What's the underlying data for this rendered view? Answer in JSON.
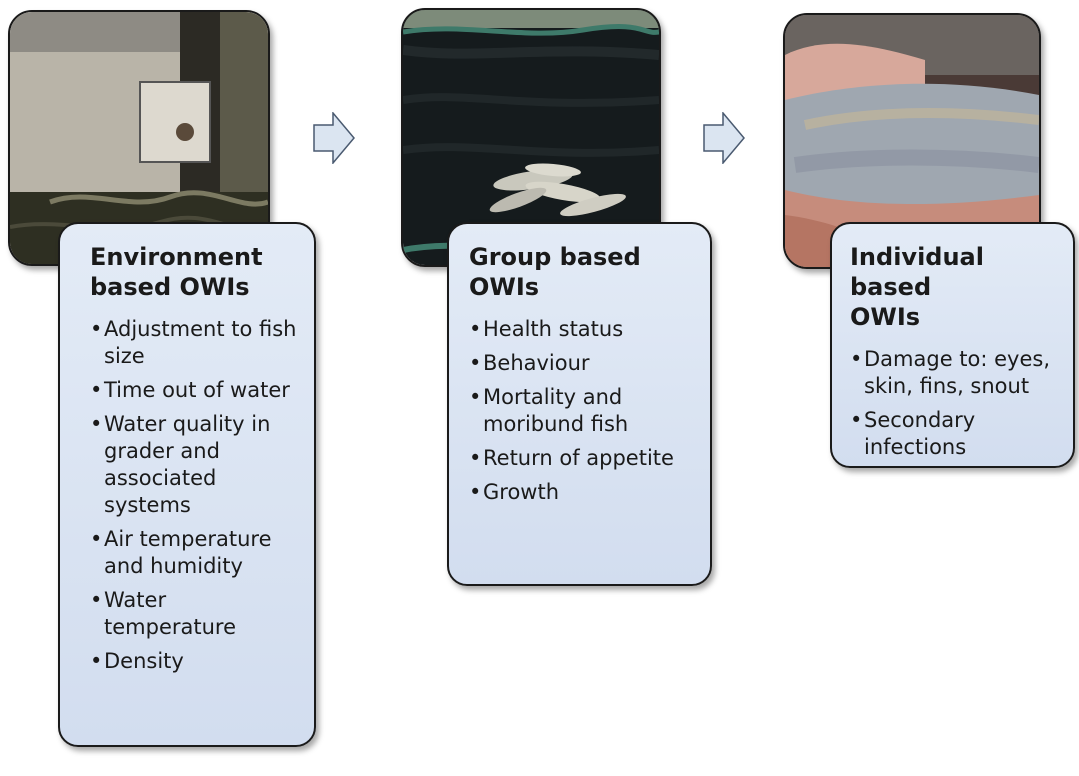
{
  "panels": [
    {
      "title_line1": "Environment",
      "title_line2": "based OWIs",
      "photo": "grader-machine-photo",
      "items": [
        "Adjustment to fish size",
        "Time out of water",
        "Water quality in grader and associated systems",
        "Air temperature and humidity",
        "Water temperature",
        "Density"
      ]
    },
    {
      "title_line1": "Group based",
      "title_line2": "OWIs",
      "photo": "fish-in-net-pen-photo",
      "items": [
        "Health status",
        "Behaviour",
        "Mortality and moribund fish",
        "Return of appetite",
        "Growth"
      ]
    },
    {
      "title_line1": "Individual based",
      "title_line2": "OWIs",
      "photo": "fish-in-hand-photo",
      "items": [
        "Damage to: eyes, skin, fins, snout",
        "Secondary infections"
      ]
    }
  ],
  "bullet_char": "•",
  "colors": {
    "card_fill": "#dbe5f1",
    "border": "#1a1a1a",
    "arrow_fill": "#dbe5f1"
  }
}
